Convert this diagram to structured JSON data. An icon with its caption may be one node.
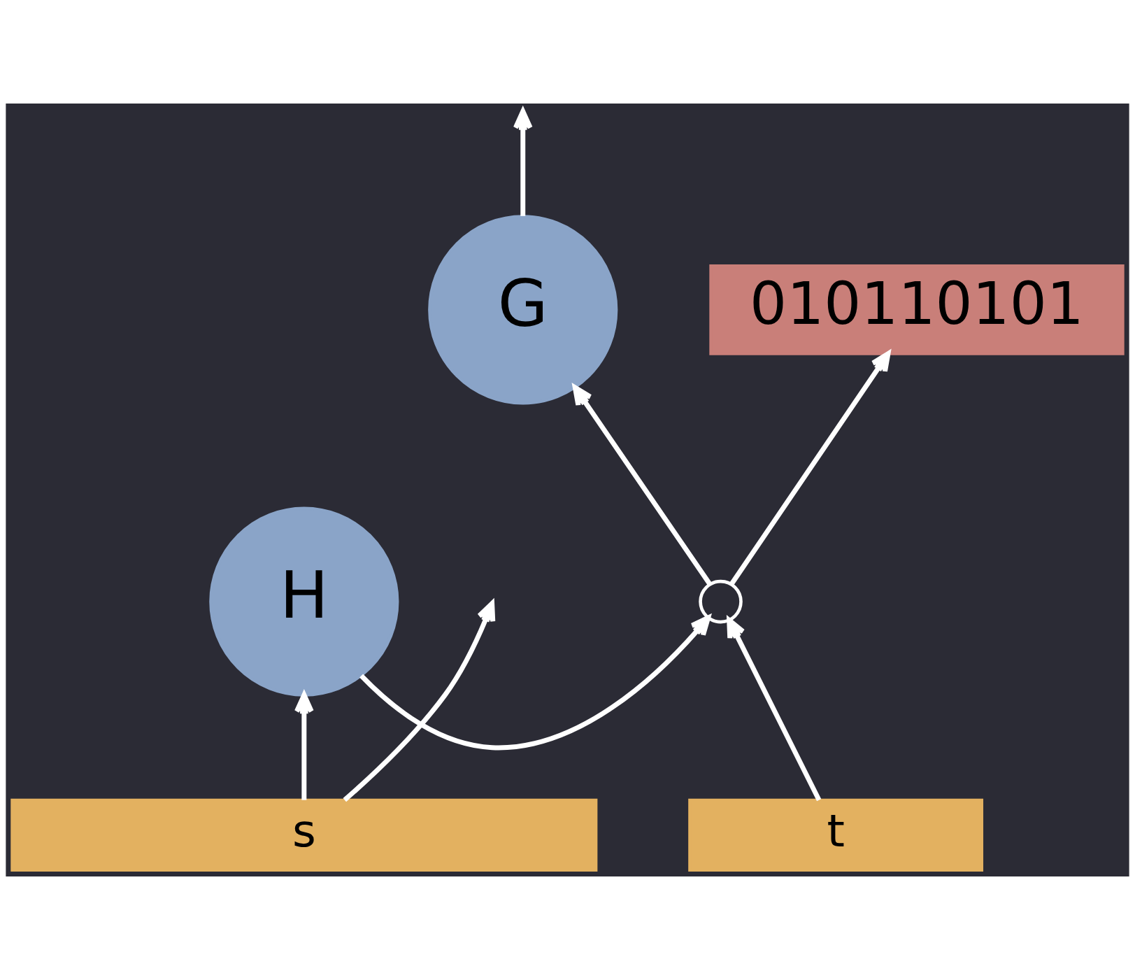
{
  "diagram": {
    "nodes": [
      {
        "text": [
          "s"
        ]
      },
      {
        "text": [
          "t"
        ]
      },
      {
        "text": [
          "G"
        ]
      },
      {
        "text": [
          "H"
        ]
      },
      {
        "text": [],
        "shape": "circle"
      },
      {
        "text": [
          "010110101"
        ]
      }
    ],
    "edges": [
      {
        "from": 0,
        "to": null,
        "arrow": "to"
      },
      {
        "from": 0,
        "to": 3,
        "arrow": "to"
      },
      {
        "from": 3,
        "to": 4,
        "arrow": "to"
      },
      {
        "from": 1,
        "to": 4,
        "arrow": "to"
      },
      {
        "from": 4,
        "to": 5,
        "arrow": "to"
      },
      {
        "from": 4,
        "to": 2,
        "arrow": "to"
      },
      {
        "from": 2,
        "to": null,
        "arrow": "to"
      }
    ]
  }
}
